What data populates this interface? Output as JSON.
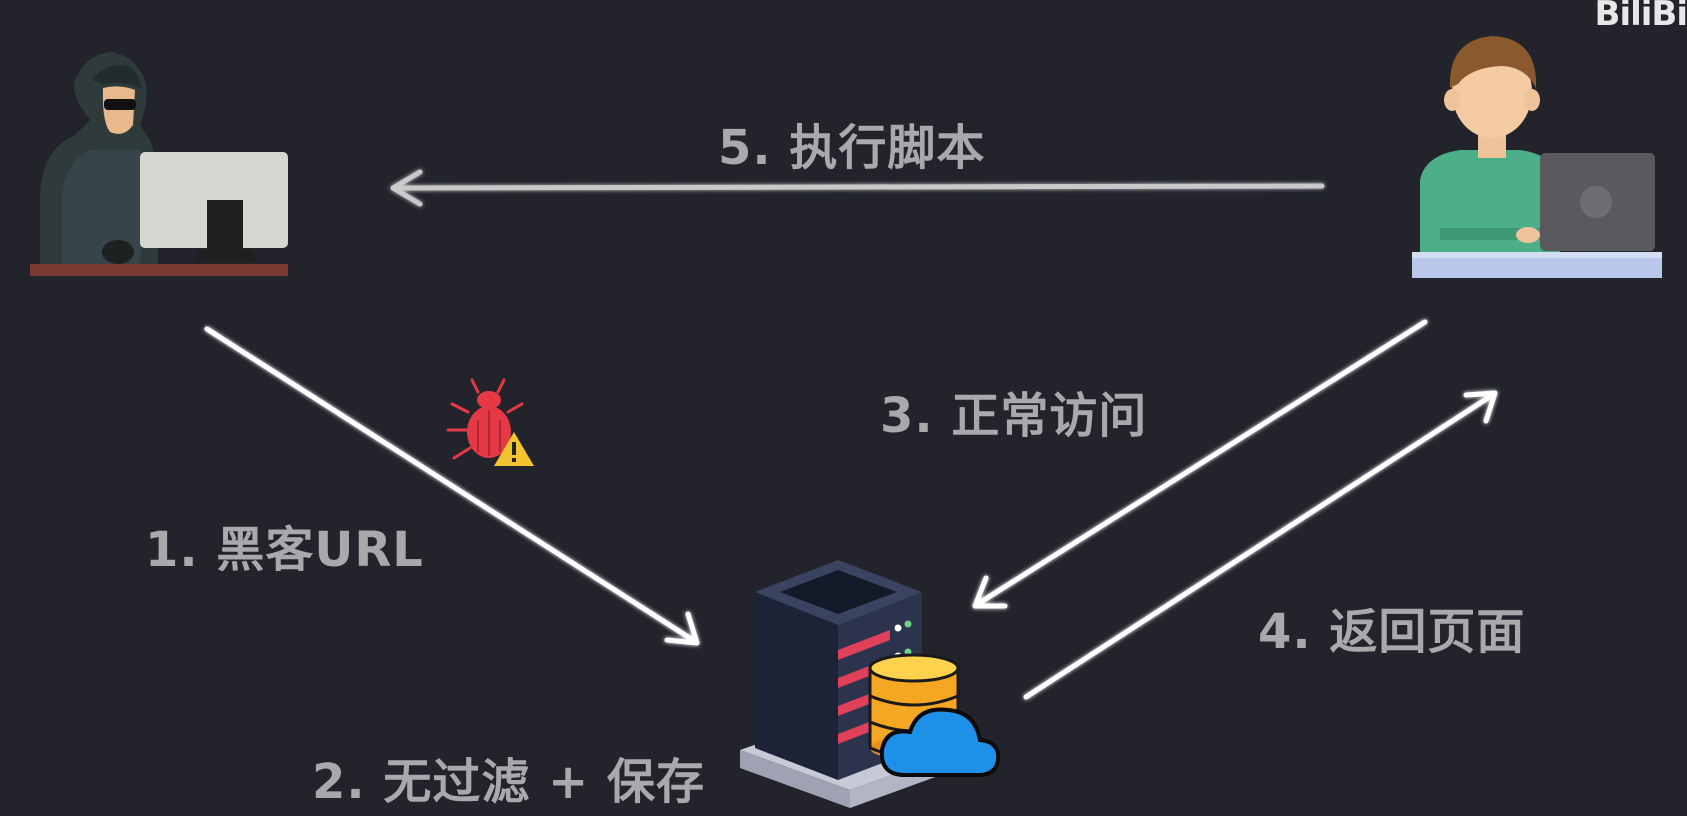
{
  "watermark": "BiliBi",
  "steps": {
    "step1": "1. 黑客URL",
    "step2": "2. 无过滤 + 保存",
    "step3": "3. 正常访问",
    "step4": "4. 返回页面",
    "step5": "5. 执行脚本"
  },
  "actors": {
    "hacker": "hacker-at-computer",
    "user": "user-at-laptop",
    "server": "server-with-database-and-cloud",
    "payload": "malicious-bug-with-warning"
  },
  "colors": {
    "background": "#22232b",
    "label": "#a9a9ab",
    "arrow": "#ffffff",
    "arrow_top": "#c9c9c9",
    "bug": "#e63946",
    "warning": "#f4c430",
    "cloud": "#1e90e8",
    "database": "#f5a623"
  }
}
